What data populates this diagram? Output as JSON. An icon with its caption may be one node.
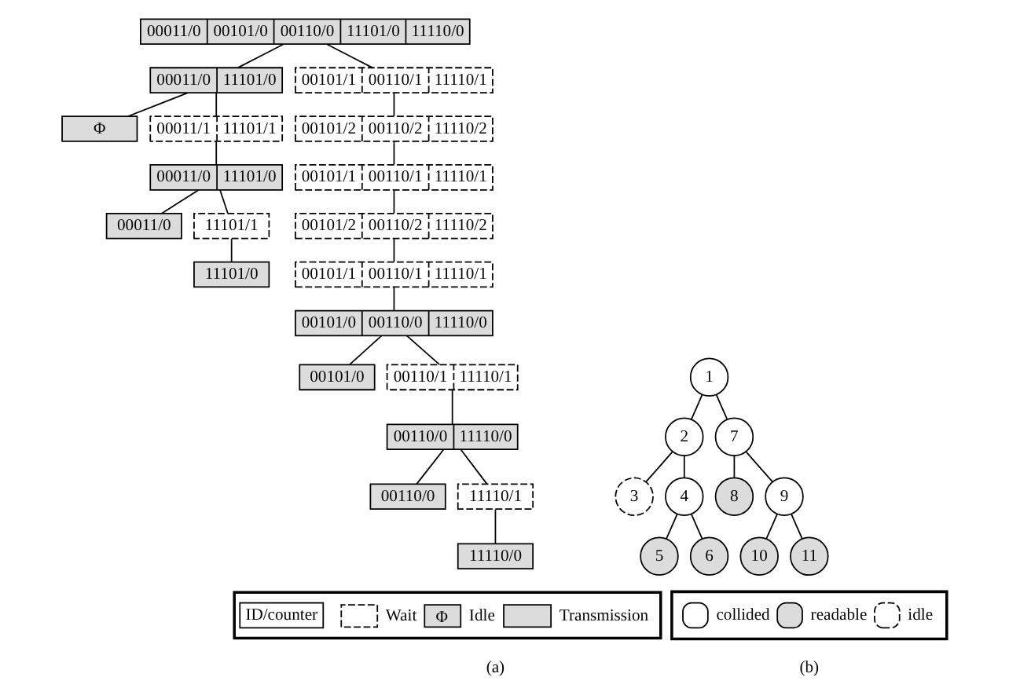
{
  "diagram": {
    "nodes": [
      {
        "text": [
          "00011/0",
          "00101/0",
          "00110/0",
          "11101/0",
          "11110/0"
        ]
      },
      {
        "text": [
          "00011/0",
          "11101/0"
        ]
      },
      {
        "text": [
          "00101/1",
          "00110/1",
          "11110/1"
        ]
      },
      {
        "text": [
          "Φ"
        ]
      },
      {
        "text": [
          "00011/1",
          "11101/1"
        ]
      },
      {
        "text": [
          "00101/2",
          "00110/2",
          "11110/2"
        ]
      },
      {
        "text": [
          "00011/0",
          "11101/0"
        ]
      },
      {
        "text": [
          "00101/1",
          "00110/1",
          "11110/1"
        ]
      },
      {
        "text": [
          "00011/0"
        ]
      },
      {
        "text": [
          "11101/1"
        ]
      },
      {
        "text": [
          "00101/2",
          "00110/2",
          "11110/2"
        ]
      },
      {
        "text": [
          "11101/0"
        ]
      },
      {
        "text": [
          "00101/1",
          "00110/1",
          "11110/1"
        ]
      },
      {
        "text": [
          "00101/0",
          "00110/0",
          "11110/0"
        ]
      },
      {
        "text": [
          "00101/0"
        ]
      },
      {
        "text": [
          "00110/1",
          "11110/1"
        ]
      },
      {
        "text": [
          "00110/0",
          "11110/0"
        ]
      },
      {
        "text": [
          "00110/0"
        ]
      },
      {
        "text": [
          "11110/1"
        ]
      },
      {
        "text": [
          "11110/0"
        ]
      },
      {
        "text": [
          "1"
        ]
      },
      {
        "text": [
          "2"
        ]
      },
      {
        "text": [
          "3"
        ]
      },
      {
        "text": [
          "4"
        ]
      },
      {
        "text": [
          "5"
        ]
      },
      {
        "text": [
          "6"
        ]
      },
      {
        "text": [
          "7"
        ]
      },
      {
        "text": [
          "8"
        ]
      },
      {
        "text": [
          "9"
        ]
      },
      {
        "text": [
          "10"
        ]
      },
      {
        "text": [
          "11"
        ]
      },
      {
        "text": [],
        "shape": "box"
      },
      {
        "text": [
          "ID/counter"
        ],
        "in": 31
      },
      {
        "text": [],
        "shape": "box"
      }
    ],
    "edges": [
      {
        "from": 0,
        "to": 1,
        "arrow": "none"
      },
      {
        "from": 0,
        "to": 2,
        "arrow": "none"
      },
      {
        "from": 1,
        "to": 3,
        "arrow": "none"
      },
      {
        "from": 1,
        "to": 4,
        "arrow": "none"
      },
      {
        "from": 2,
        "to": 5,
        "arrow": "none"
      },
      {
        "from": 4,
        "to": 6,
        "arrow": "none"
      },
      {
        "from": 5,
        "to": 7,
        "arrow": "none"
      },
      {
        "from": 6,
        "to": 8,
        "arrow": "none"
      },
      {
        "from": 6,
        "to": 9,
        "arrow": "none"
      },
      {
        "from": 7,
        "to": 10,
        "arrow": "none"
      },
      {
        "from": 9,
        "to": 11,
        "arrow": "none"
      },
      {
        "from": 10,
        "to": 12,
        "arrow": "none"
      },
      {
        "from": 12,
        "to": 13,
        "arrow": "none"
      },
      {
        "from": 13,
        "to": 14,
        "arrow": "none"
      },
      {
        "from": 13,
        "to": 15,
        "arrow": "none"
      },
      {
        "from": 15,
        "to": 16,
        "arrow": "none"
      },
      {
        "from": 16,
        "to": 17,
        "arrow": "none"
      },
      {
        "from": 16,
        "to": 18,
        "arrow": "none"
      },
      {
        "from": 18,
        "to": 19,
        "arrow": "none"
      },
      {
        "from": 20,
        "to": 21,
        "arrow": "none"
      },
      {
        "from": 20,
        "to": 26,
        "arrow": "none"
      },
      {
        "from": 21,
        "to": 22,
        "arrow": "none"
      },
      {
        "from": 21,
        "to": 23,
        "arrow": "none"
      },
      {
        "from": 23,
        "to": 24,
        "arrow": "none"
      },
      {
        "from": 23,
        "to": 25,
        "arrow": "none"
      },
      {
        "from": 26,
        "to": 27,
        "arrow": "none"
      },
      {
        "from": 26,
        "to": 28,
        "arrow": "none"
      },
      {
        "from": 28,
        "to": 29,
        "arrow": "none"
      },
      {
        "from": 28,
        "to": 30,
        "arrow": "none"
      }
    ],
    "labels": [
      "Φ",
      "(a)",
      "(b)"
    ],
    "legend": [
      {
        "text": "Wait"
      },
      {
        "text": "Idle"
      },
      {
        "text": "Transmission",
        "color": "#dcdcdc"
      },
      {
        "text": "collided"
      },
      {
        "text": "readable",
        "color": "#dcdcdc"
      },
      {
        "text": "idle"
      }
    ]
  }
}
